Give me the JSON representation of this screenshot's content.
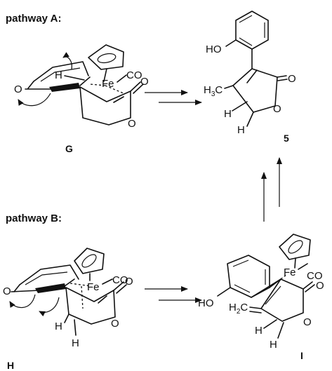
{
  "scheme": {
    "pathway_a": {
      "heading": "pathway A:"
    },
    "pathway_b": {
      "heading": "pathway B:"
    },
    "compounds": {
      "G": {
        "label": "G"
      },
      "H": {
        "label": "H"
      },
      "I": {
        "label": "I"
      },
      "5": {
        "label": "5"
      }
    },
    "atoms": {
      "fe": "Fe",
      "co": "CO",
      "o": "O",
      "h": "H",
      "ho": "HO",
      "h3c_main": "H",
      "h3c_sub": "3",
      "h3c_tail": "C",
      "h2c_main": "H",
      "h2c_sub": "2",
      "h2c_tail": "C"
    }
  }
}
